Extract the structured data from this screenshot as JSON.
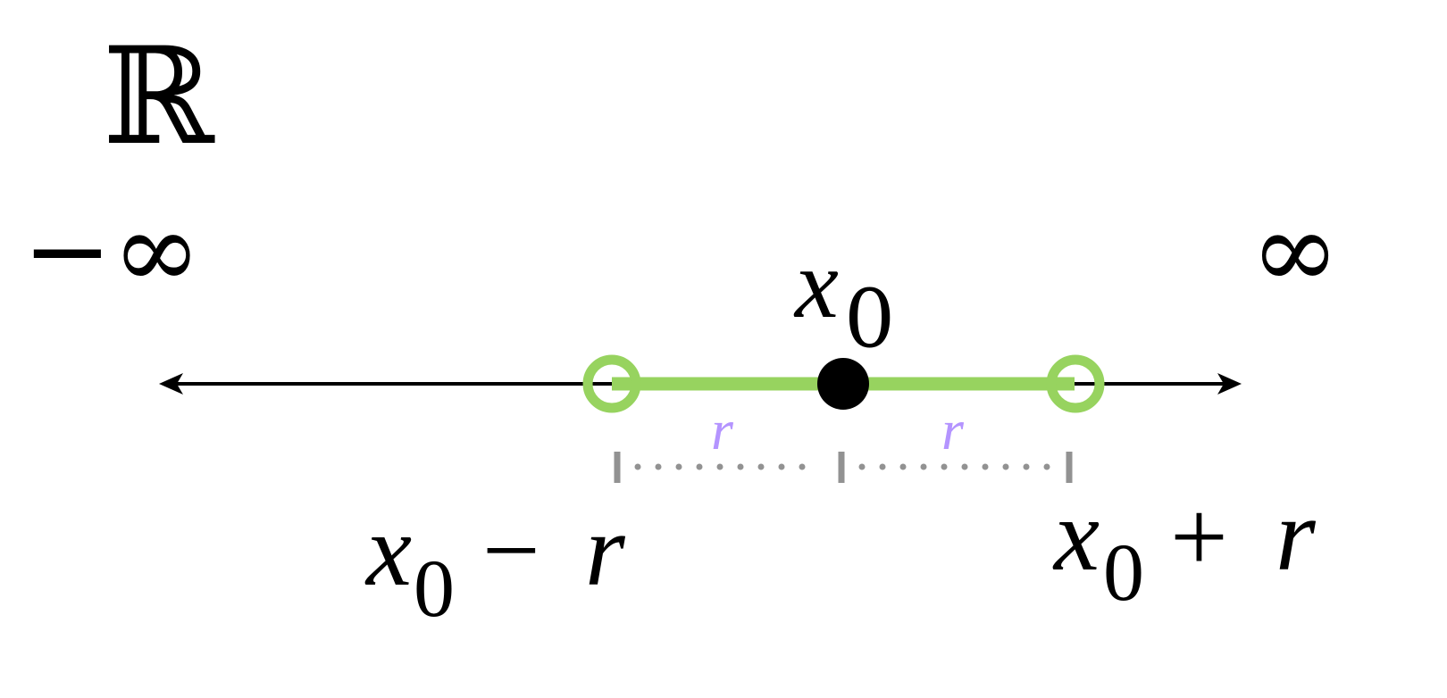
{
  "labels": {
    "set_symbol": "ℝ",
    "neg_infinity": "−∞",
    "pos_infinity": "∞",
    "center_var": "x",
    "center_sub": "0",
    "radius_left": "r",
    "radius_right": "r",
    "left_endpoint": {
      "var": "x",
      "sub": "0",
      "op": "−",
      "r": "r"
    },
    "right_endpoint": {
      "var": "x",
      "sub": "0",
      "op": "+",
      "r": "r"
    }
  },
  "colors": {
    "interval": "#97d35f",
    "radius_label": "#b494ff",
    "measure": "#929292",
    "axis": "#000000"
  }
}
